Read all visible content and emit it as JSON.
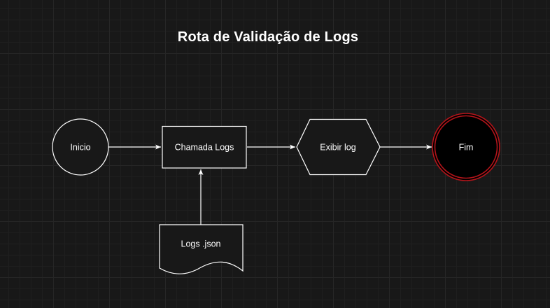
{
  "diagram": {
    "title": "Rota de Validação de Logs",
    "nodes": {
      "start": {
        "label": "Inicio",
        "shape": "circle"
      },
      "call_logs": {
        "label": "Chamada Logs",
        "shape": "rectangle"
      },
      "show_log": {
        "label": "Exibir log",
        "shape": "hexagon"
      },
      "end": {
        "label": "Fim",
        "shape": "double-circle",
        "accent": "#b3141a"
      },
      "logs_json": {
        "label": "Logs .json",
        "shape": "document"
      }
    },
    "edges": [
      {
        "from": "start",
        "to": "call_logs"
      },
      {
        "from": "call_logs",
        "to": "show_log"
      },
      {
        "from": "show_log",
        "to": "end"
      },
      {
        "from": "logs_json",
        "to": "call_logs"
      }
    ],
    "colors": {
      "background": "#181818",
      "stroke": "#ffffff",
      "node_fill": "#181818",
      "end_fill": "#000000",
      "end_ring": "#b3141a"
    }
  }
}
